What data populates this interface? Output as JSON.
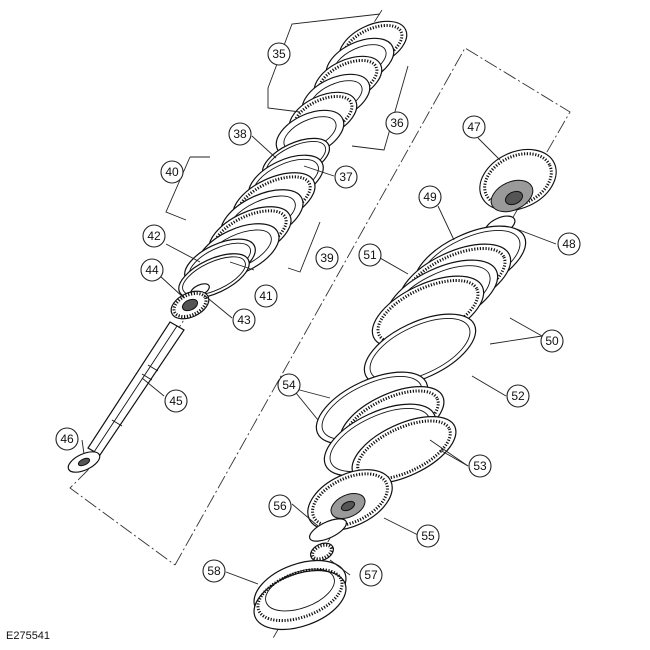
{
  "figure_ref": "E275541",
  "callouts": [
    "35",
    "36",
    "37",
    "38",
    "39",
    "40",
    "41",
    "42",
    "43",
    "44",
    "45",
    "46",
    "47",
    "48",
    "49",
    "50",
    "51",
    "52",
    "53",
    "54",
    "55",
    "56",
    "57",
    "58"
  ]
}
